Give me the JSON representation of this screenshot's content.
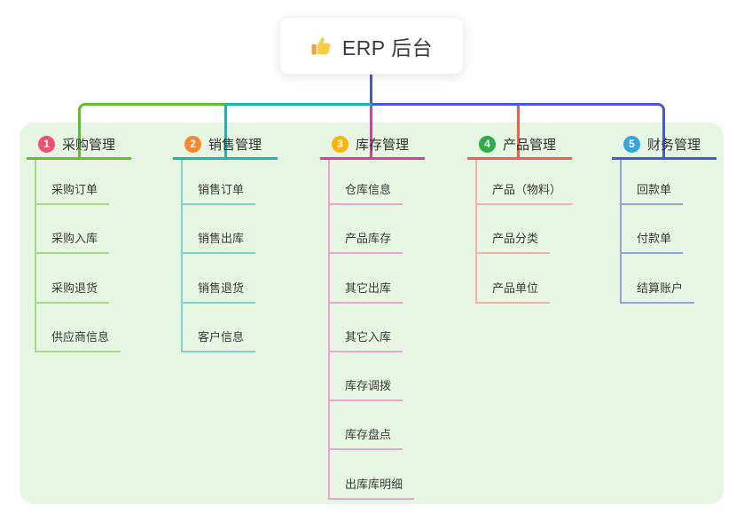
{
  "root": {
    "label": "ERP 后台",
    "icon": "thumbs-up-icon"
  },
  "colors": {
    "panel_bg": "#E7F6E3",
    "root_line": "#4558D6",
    "title_text": "#2F2F2F",
    "child_text": "#3A3A3A"
  },
  "branches": [
    {
      "index": "1",
      "title": "采购管理",
      "badge_color": "#F2506E",
      "line_color": "#62BC2E",
      "light_color": "#A5D98A",
      "children": [
        "采购订单",
        "采购入库",
        "采购退货",
        "供应商信息"
      ]
    },
    {
      "index": "2",
      "title": "销售管理",
      "badge_color": "#F9872F",
      "line_color": "#14B8AE",
      "light_color": "#7AD6CC",
      "children": [
        "销售订单",
        "销售出库",
        "销售退货",
        "客户信息"
      ]
    },
    {
      "index": "3",
      "title": "库存管理",
      "badge_color": "#FBB40D",
      "line_color": "#DC3C9E",
      "light_color": "#F0A0D2",
      "children": [
        "仓库信息",
        "产品库存",
        "其它出库",
        "其它入库",
        "库存调拨",
        "库存盘点",
        "出库库明细"
      ]
    },
    {
      "index": "4",
      "title": "产品管理",
      "badge_color": "#2BAD47",
      "line_color": "#F25B50",
      "light_color": "#F8B0A8",
      "children": [
        "产品（物料）",
        "产品分类",
        "产品单位"
      ]
    },
    {
      "index": "5",
      "title": "财务管理",
      "badge_color": "#31A6E1",
      "line_color": "#4558D6",
      "light_color": "#8FA3DA",
      "children": [
        "回款单",
        "付款单",
        "结算账户"
      ]
    }
  ]
}
